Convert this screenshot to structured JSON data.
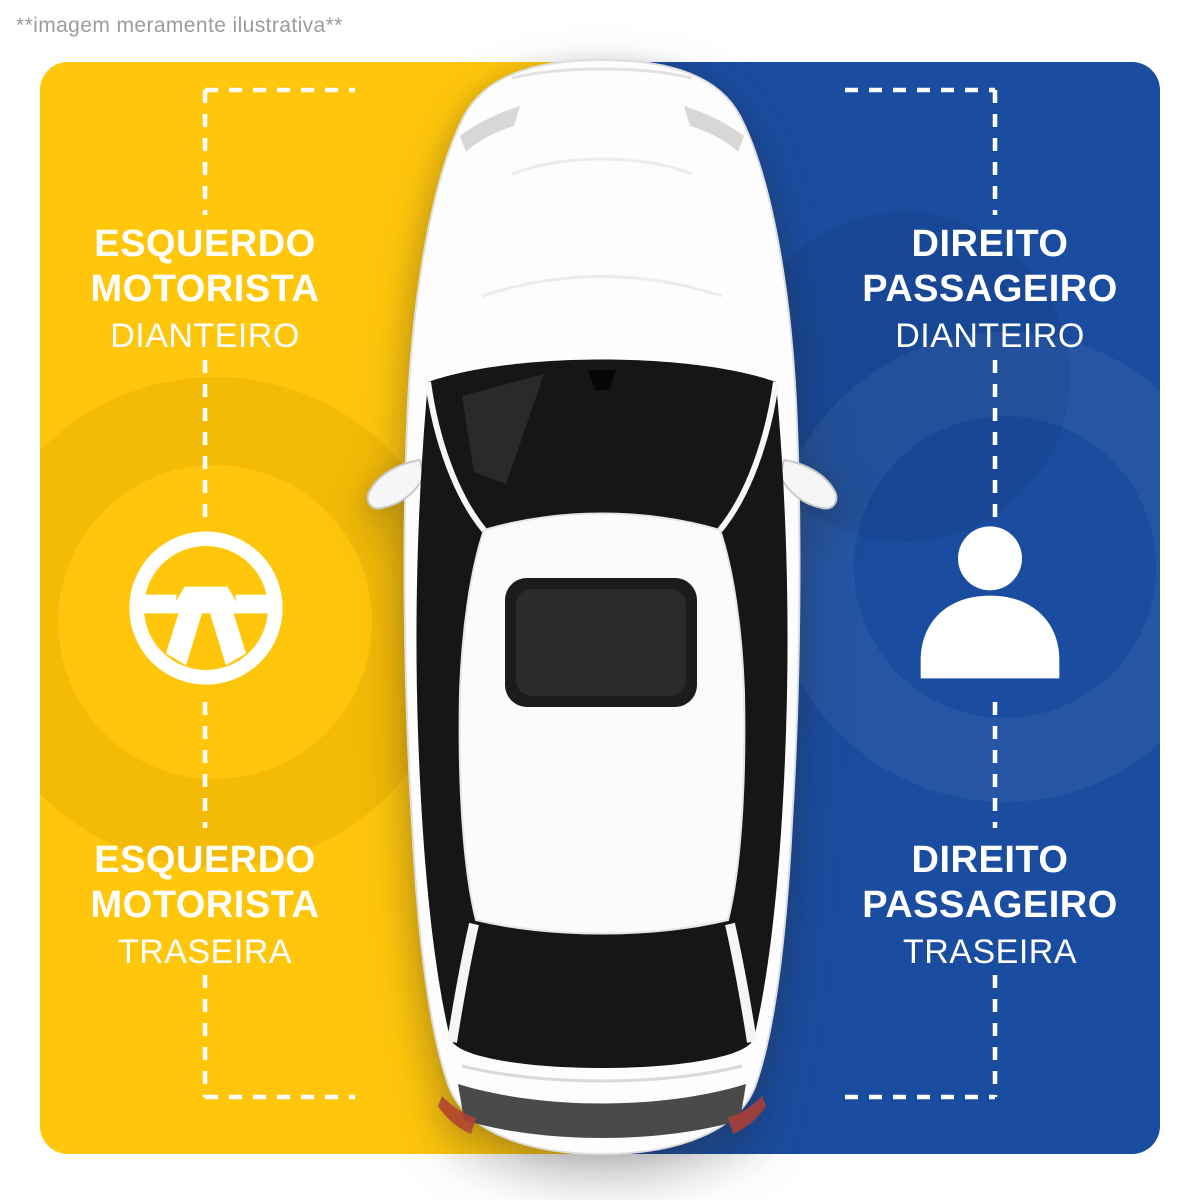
{
  "disclaimer": "**imagem meramente ilustrativa**",
  "colors": {
    "driver_side_yellow": "#FFC60B",
    "passenger_side_blue": "#1A4C9F",
    "label_text": "#FFFFFF",
    "disclaimer_gray": "#9C9C9C",
    "car_body": "#FFFFFF",
    "glass_dark": "#1A1A1A"
  },
  "driver_side": {
    "front_label": {
      "line1": "ESQUERDO",
      "line2": "MOTORISTA",
      "line3": "DIANTEIRO"
    },
    "rear_label": {
      "line1": "ESQUERDO",
      "line2": "MOTORISTA",
      "line3": "TRASEIRA"
    },
    "icon": "steering-wheel-icon"
  },
  "passenger_side": {
    "front_label": {
      "line1": "DIREITO",
      "line2": "PASSAGEIRO",
      "line3": "DIANTEIRO"
    },
    "rear_label": {
      "line1": "DIREITO",
      "line2": "PASSAGEIRO",
      "line3": "TRASEIRA"
    },
    "icon": "person-icon"
  },
  "center_image": "white sedan seen from above"
}
